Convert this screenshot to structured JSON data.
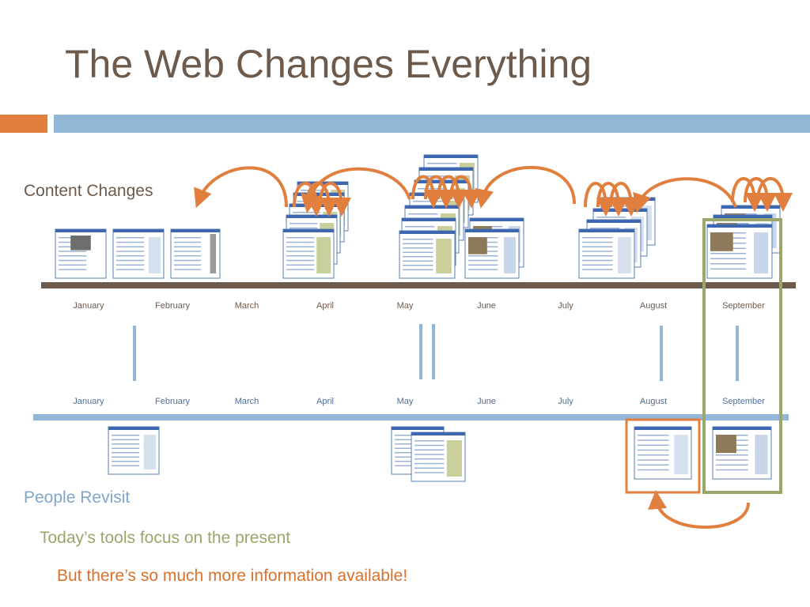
{
  "title": "The Web Changes Everything",
  "labels": {
    "content_changes": "Content Changes",
    "people_revisit": "People Revisit",
    "tools_focus": "Today’s tools focus on the present",
    "more_info": "But there’s so much more information available!"
  },
  "timeline_top": {
    "months": [
      "January",
      "February",
      "March",
      "April",
      "May",
      "June",
      "July",
      "August",
      "September"
    ],
    "color": "#6e5a4b",
    "text_color": "#6e5a4b"
  },
  "timeline_bottom": {
    "months": [
      "January",
      "February",
      "March",
      "April",
      "May",
      "June",
      "July",
      "August",
      "September"
    ],
    "color": "#92b6d5",
    "text_color": "#4f6f9f"
  },
  "colors": {
    "accent_orange": "#e07f3e",
    "accent_blue": "#92b6d5",
    "accent_green": "#9aa66b",
    "title_brown": "#6e5a4b"
  }
}
